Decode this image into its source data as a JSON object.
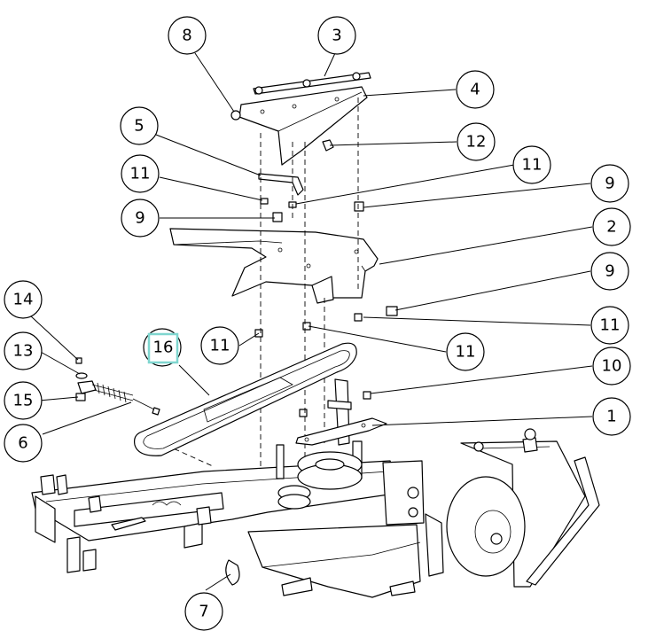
{
  "diagram": {
    "callouts": [
      "1",
      "2",
      "3",
      "4",
      "5",
      "6",
      "7",
      "8",
      "9",
      "9",
      "9",
      "10",
      "11",
      "11",
      "11",
      "11",
      "11",
      "12",
      "13",
      "14",
      "15",
      "16"
    ],
    "highlighted": "16",
    "colors": {
      "line": "#000000",
      "highlight": "#7fd6cf",
      "background": "#ffffff"
    }
  }
}
